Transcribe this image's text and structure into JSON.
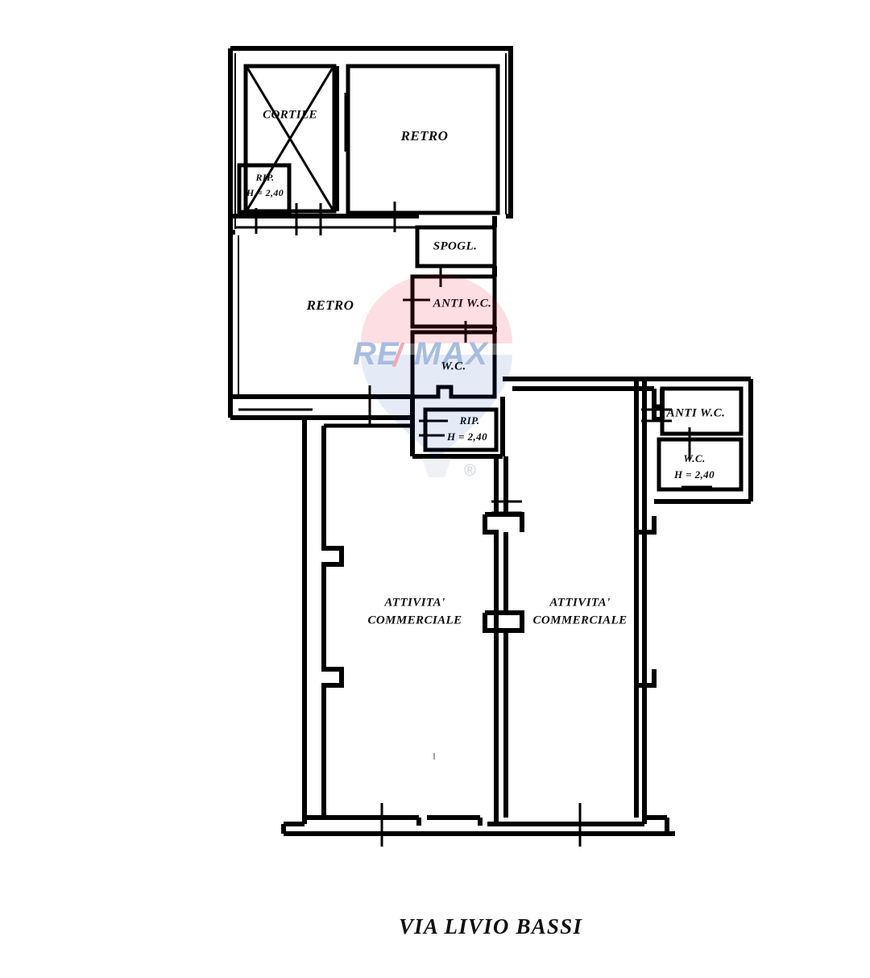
{
  "document": {
    "type": "floor-plan",
    "street_label": "VIA LIVIO BASSI"
  },
  "rooms": {
    "cortile": {
      "label": "CORTILE"
    },
    "retro_top": {
      "label": "RETRO"
    },
    "rip_top": {
      "label": "RIP.",
      "height_note": "H = 2,40"
    },
    "retro_mid": {
      "label": "RETRO"
    },
    "spogl": {
      "label": "SPOGL."
    },
    "anti_wc_center": {
      "label": "ANTI W.C."
    },
    "wc_center": {
      "label": "W.C."
    },
    "rip_center": {
      "label": "RIP.",
      "height_note": "H = 2,40"
    },
    "anti_wc_right": {
      "label": "ANTI  W.C."
    },
    "wc_right": {
      "label": "W.C.",
      "height_note": "H = 2,40"
    },
    "attivita_left": {
      "line1": "ATTIVITA'",
      "line2": "COMMERCIALE"
    },
    "attivita_right": {
      "line1": "ATTIVITA'",
      "line2": "COMMERCIALE"
    }
  },
  "watermark": {
    "brand": "RE/MAX",
    "part_left": "RE",
    "part_slash": "/",
    "part_right": "MAX",
    "registered_mark": "®",
    "color_red": "#E4002B",
    "color_blue": "#003DA5",
    "color_balloon_light": "#F2C9CE"
  },
  "style": {
    "wall_color": "#000000",
    "paper_color": "#FFFFFF"
  }
}
